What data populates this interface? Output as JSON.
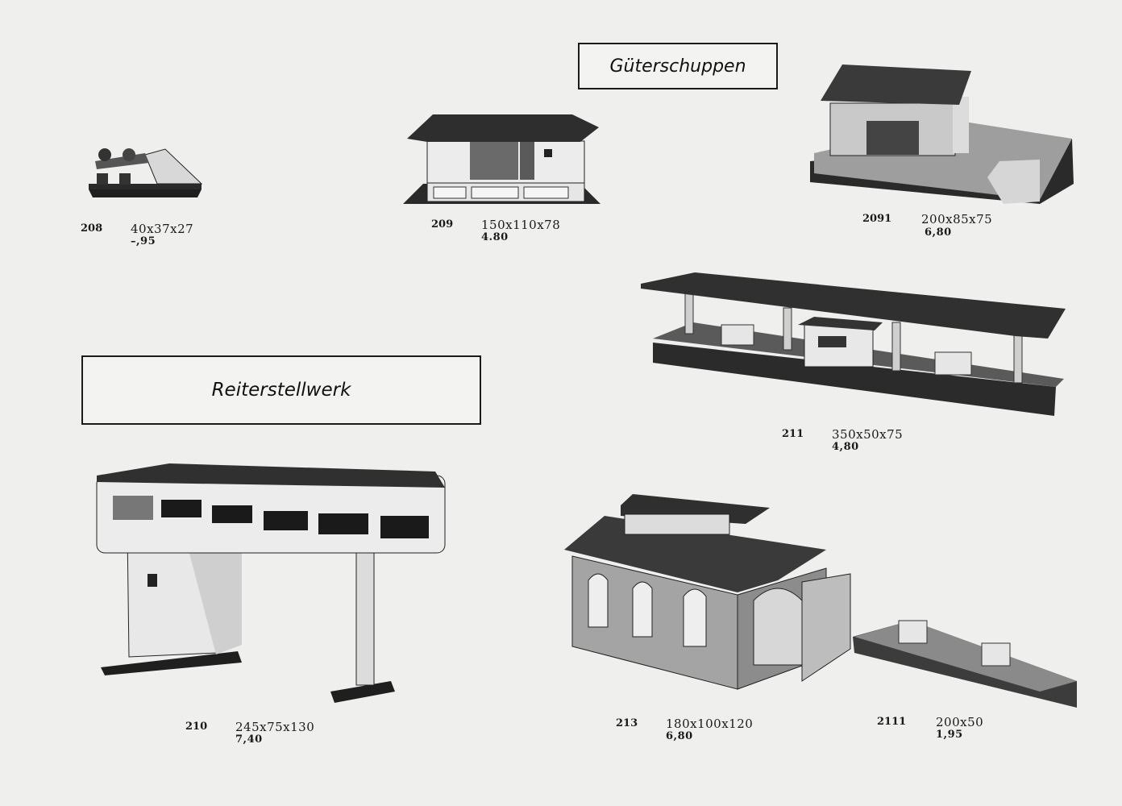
{
  "headings": {
    "goods_shed": "Güterschuppen",
    "signal_box": "Reiterstellwerk"
  },
  "items": [
    {
      "number": "208",
      "dimensions": "40x37x27",
      "price": "–,95"
    },
    {
      "number": "209",
      "dimensions": "150x110x78",
      "price": "4.80"
    },
    {
      "number": "2091",
      "dimensions": "200x85x75",
      "price": "6,80"
    },
    {
      "number": "211",
      "dimensions": "350x50x75",
      "price": "4,80"
    },
    {
      "number": "210",
      "dimensions": "245x75x130",
      "price": "7,40"
    },
    {
      "number": "213",
      "dimensions": "180x100x120",
      "price": "6,80"
    },
    {
      "number": "2111",
      "dimensions": "200x50",
      "price": "1,95"
    }
  ]
}
